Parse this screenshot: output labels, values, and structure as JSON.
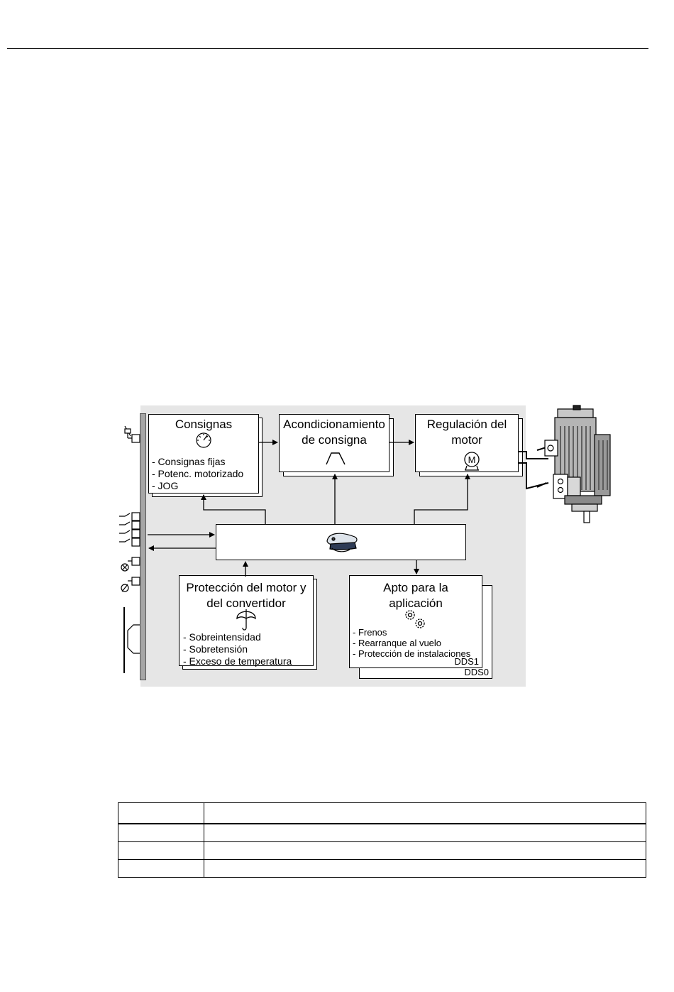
{
  "diagram": {
    "setpoints": {
      "title": "Consignas",
      "items": [
        "- Consignas fijas",
        "- Potenc. motorizado",
        "- JOG"
      ]
    },
    "setpoint_conditioning": {
      "title_line1": "Acondicionamiento",
      "title_line2": "de consigna"
    },
    "motor_control": {
      "title_line1": "Regulación del",
      "title_line2": "motor",
      "symbol": "M"
    },
    "protection": {
      "title_line1": "Protección del motor y",
      "title_line2": "del convertidor",
      "items": [
        "- Sobreintensidad",
        "- Sobretensión",
        "- Exceso de temperatura"
      ]
    },
    "application": {
      "title_line1": "Apto para la",
      "title_line2": "aplicación",
      "items": [
        "- Frenos",
        "- Rearranque al vuelo",
        "- Protección de instalaciones"
      ],
      "dds1": "DDS1",
      "dds0": "DDS0"
    },
    "icons": {
      "setpoints": "dial-icon",
      "conditioning": "ramp-icon",
      "motor": "motor-icon",
      "control": "captain-hat-icon",
      "protection": "umbrella-icon",
      "application": "gears-icon"
    }
  },
  "table": {
    "rows": [
      [
        "",
        ""
      ],
      [
        "",
        ""
      ],
      [
        "",
        ""
      ],
      [
        "",
        ""
      ]
    ]
  }
}
